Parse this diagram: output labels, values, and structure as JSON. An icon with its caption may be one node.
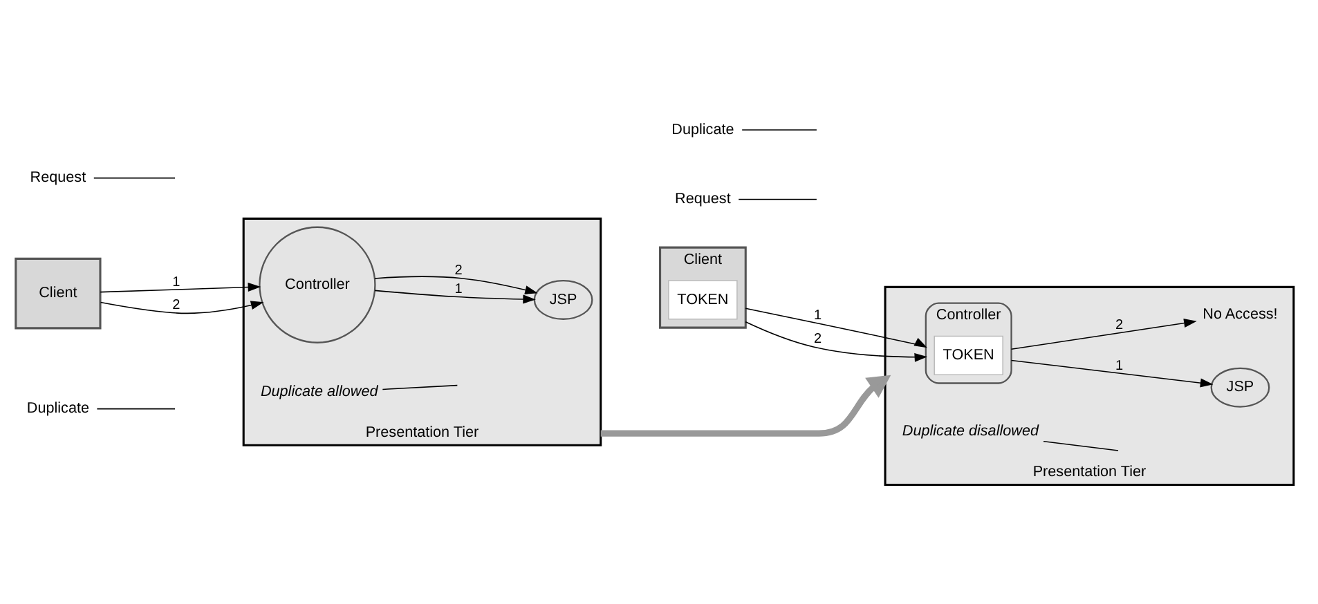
{
  "diagram": {
    "nodes": [
      {
        "text": [
          "Request"
        ]
      },
      {
        "text": [
          "Client"
        ]
      },
      {
        "text": [
          "Duplicate"
        ]
      },
      {
        "text": [
          "Presentation Tier"
        ]
      },
      {
        "text": [
          "Controller"
        ],
        "in": 3
      },
      {
        "text": [
          "JSP"
        ],
        "in": 3
      },
      {
        "text": [
          "Duplicate allowed"
        ],
        "in": 3
      },
      {
        "text": [
          "Request"
        ]
      },
      {
        "text": [
          "Client"
        ]
      },
      {
        "text": [
          "TOKEN"
        ],
        "in": 8
      },
      {
        "text": [
          "Duplicate"
        ]
      },
      {
        "text": [
          "Presentation Tier"
        ]
      },
      {
        "text": [
          "Controller"
        ],
        "in": 11
      },
      {
        "text": [
          "TOKEN"
        ],
        "in": 12
      },
      {
        "text": [
          "JSP"
        ],
        "in": 11
      },
      {
        "text": [
          "No Access!"
        ],
        "in": 11
      },
      {
        "text": [
          "Duplicate disallowed"
        ],
        "in": 11
      }
    ],
    "edges": [
      {
        "from": 1,
        "to": 4,
        "arrow": "to",
        "label": "1"
      },
      {
        "from": 1,
        "to": 4,
        "arrow": "to",
        "label": "2"
      },
      {
        "from": 4,
        "to": 5,
        "arrow": "to",
        "label": "1"
      },
      {
        "from": 4,
        "to": 5,
        "arrow": "to",
        "label": "2"
      },
      {
        "from": 0,
        "to": null,
        "arrow": "none"
      },
      {
        "from": 2,
        "to": null,
        "arrow": "none"
      },
      {
        "from": 6,
        "to": null,
        "arrow": "none"
      },
      {
        "from": 3,
        "to": 11,
        "arrow": "to",
        "style": "thick",
        "color": "#999999"
      },
      {
        "from": 8,
        "to": 12,
        "arrow": "to",
        "label": "1"
      },
      {
        "from": 8,
        "to": 12,
        "arrow": "to",
        "label": "2"
      },
      {
        "from": 12,
        "to": 14,
        "arrow": "to",
        "label": "1"
      },
      {
        "from": 12,
        "to": 15,
        "arrow": "to",
        "label": "2"
      },
      {
        "from": 7,
        "to": null,
        "arrow": "none"
      },
      {
        "from": 10,
        "to": null,
        "arrow": "none"
      },
      {
        "from": 16,
        "to": null,
        "arrow": "none"
      }
    ]
  }
}
